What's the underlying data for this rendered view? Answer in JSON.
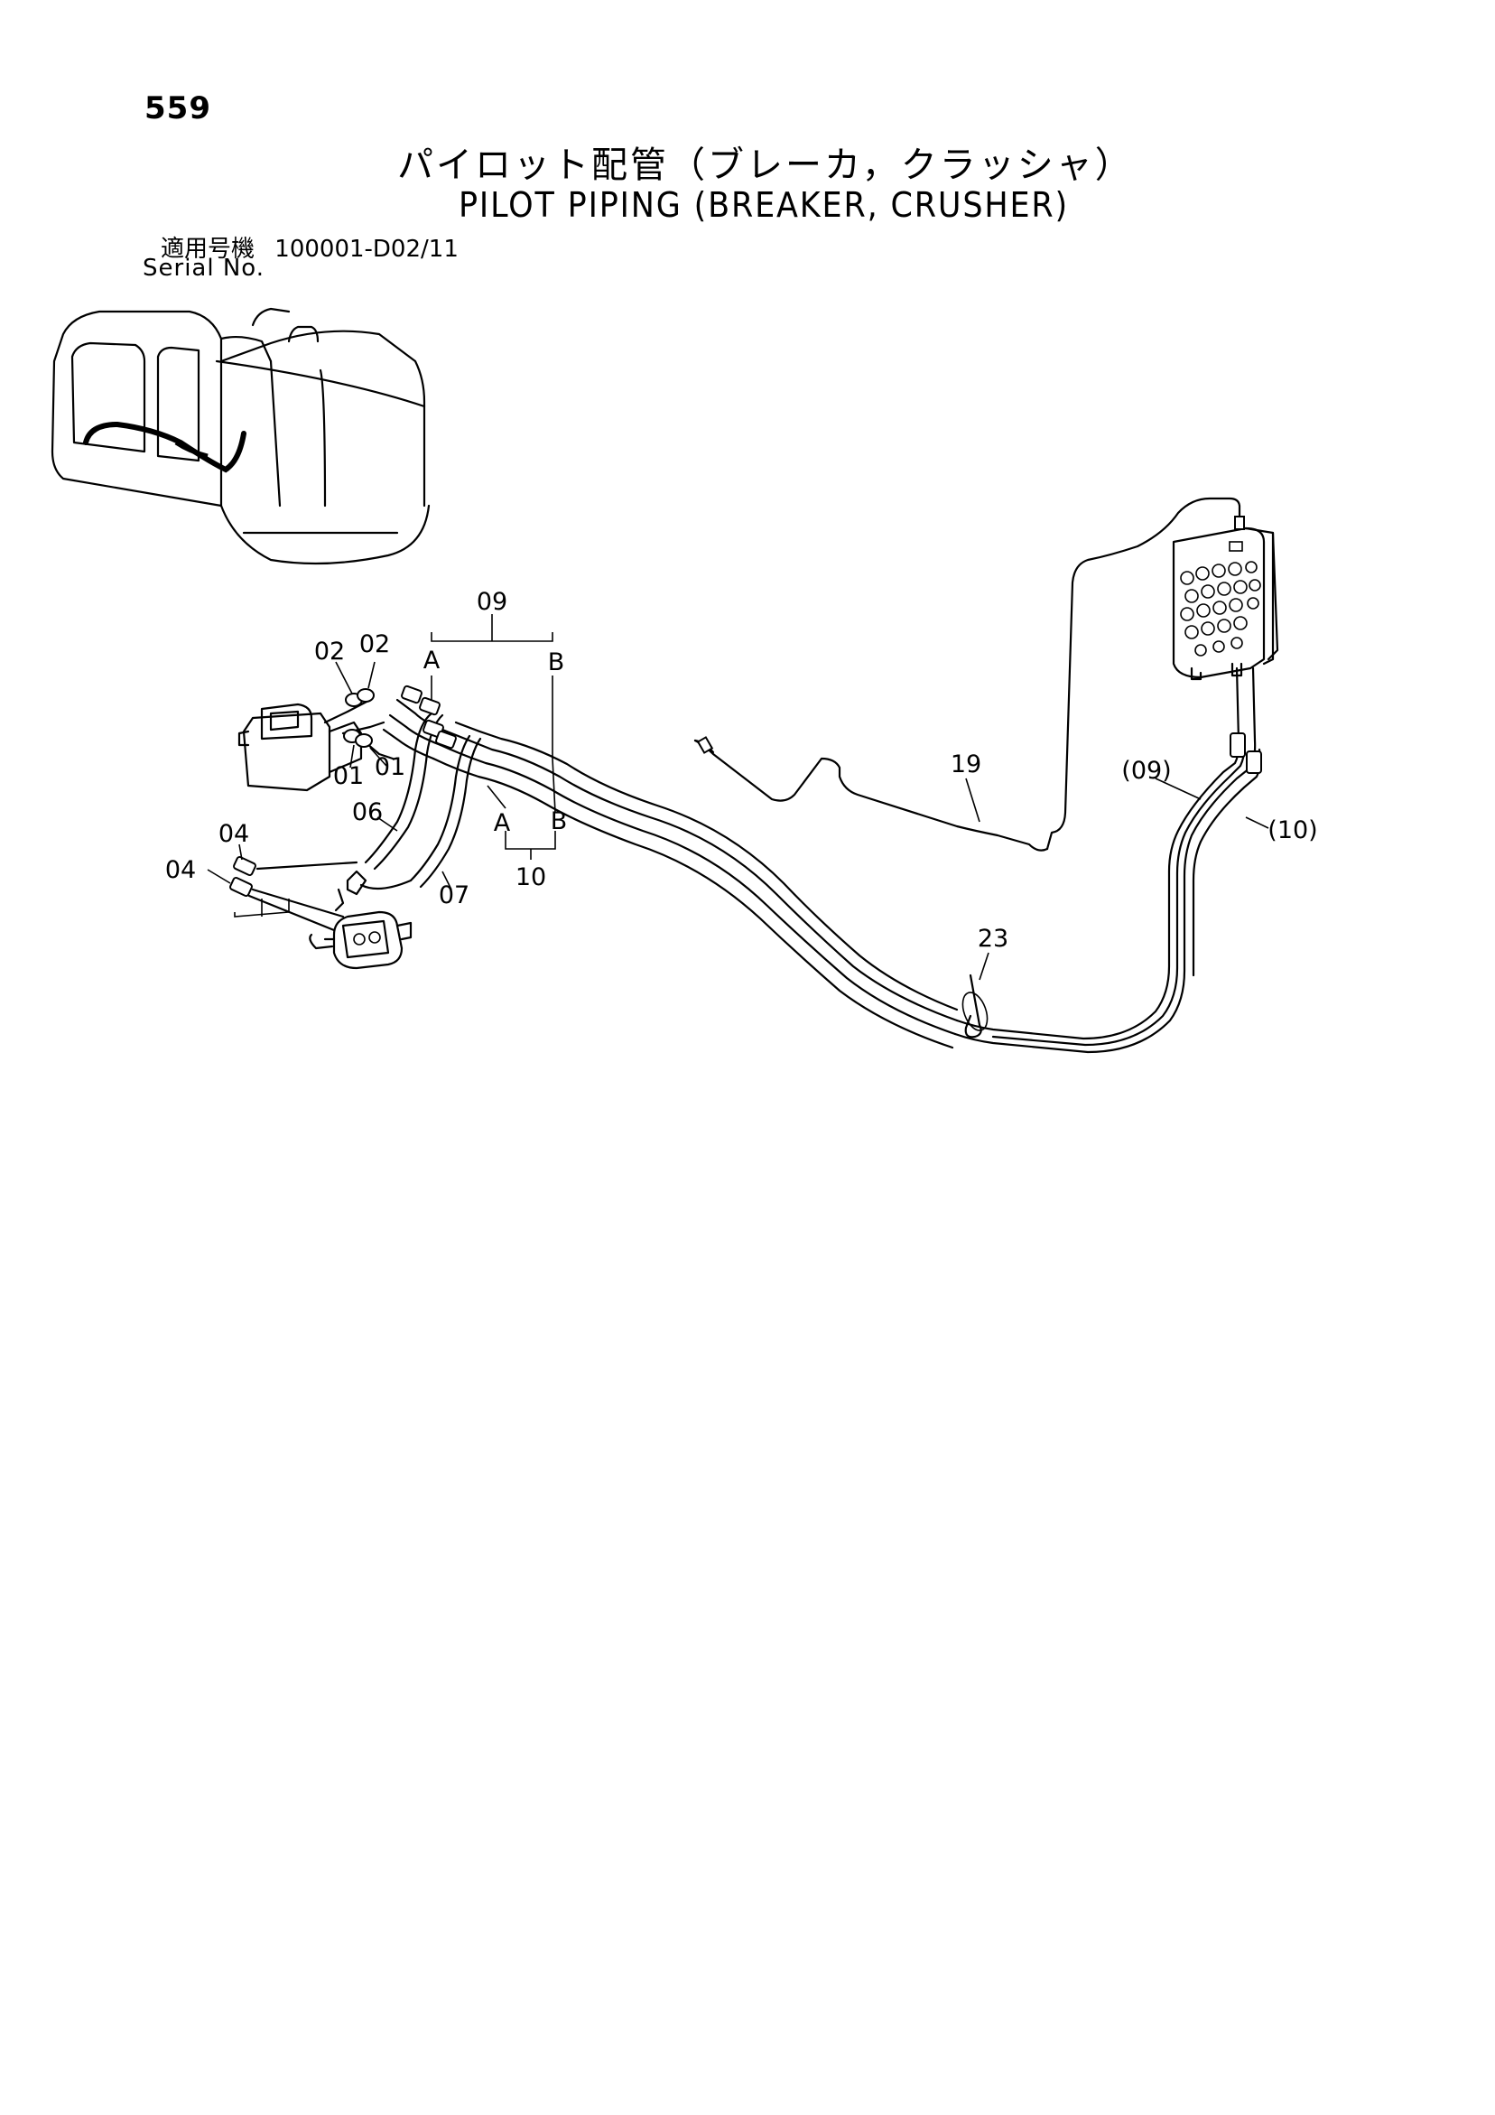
{
  "page": {
    "number": "559",
    "title_jp": "パイロット配管（ブレーカ，クラッシャ）",
    "title_en": "PILOT PIPING (BREAKER, CRUSHER)",
    "serial_label_jp": "適用号機",
    "serial_value": "100001-D02/11",
    "serial_label_en": "Serial No."
  },
  "callouts": {
    "p09": "09",
    "p10": "10",
    "a_top": "A",
    "b_top": "B",
    "a_bottom": "A",
    "b_bottom": "B",
    "p02_left": "02",
    "p02_right": "02",
    "p01_left": "01",
    "p01_right": "01",
    "p06": "06",
    "p07": "07",
    "p04_upper": "04",
    "p04_lower": "04",
    "p19": "19",
    "p09_paren": "(09)",
    "p10_paren": "(10)",
    "p23": "23"
  }
}
